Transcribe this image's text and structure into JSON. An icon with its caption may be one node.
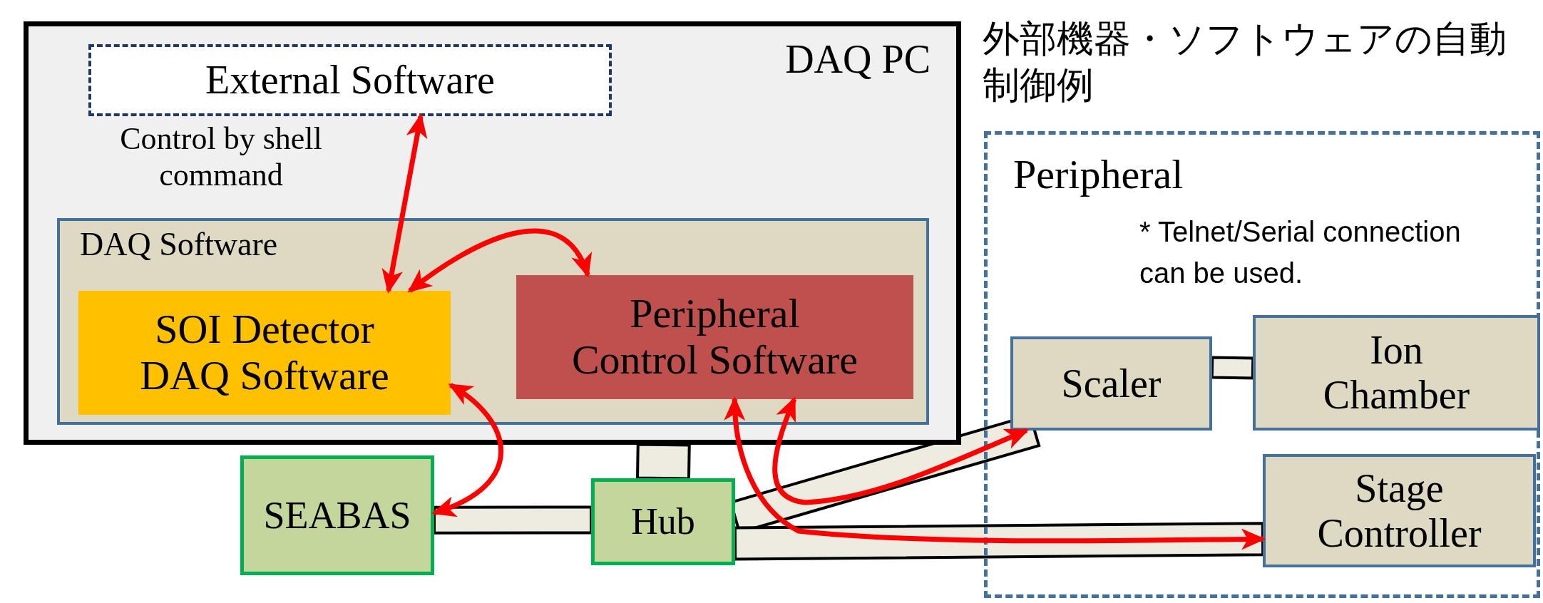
{
  "diagram": {
    "title": "外部機器・ソフトウェアの自動制御例",
    "nodes": [
      {
        "text": [
          "DAQ PC"
        ]
      },
      {
        "text": [
          "External Software"
        ],
        "in": 0
      },
      {
        "text": [
          "DAQ Software"
        ],
        "in": 0
      },
      {
        "text": [
          "SOI Detector DAQ Software"
        ],
        "in": 2
      },
      {
        "text": [
          "Peripheral Control Software"
        ],
        "in": 2
      },
      {
        "text": [
          "SEABAS"
        ]
      },
      {
        "text": [
          "Hub"
        ]
      },
      {
        "text": [
          "Peripheral"
        ]
      },
      {
        "text": [
          "Scaler"
        ],
        "in": 7
      },
      {
        "text": [
          "Ion Chamber"
        ],
        "in": 7
      },
      {
        "text": [
          "Stage Controller"
        ],
        "in": 7
      }
    ],
    "edges": [
      {
        "from": 3,
        "to": 1,
        "arrow": "both",
        "label": "Control by shell command",
        "color": "#ff0000"
      },
      {
        "from": 3,
        "to": 4,
        "arrow": "both",
        "color": "#ff0000"
      },
      {
        "from": 3,
        "to": 5,
        "arrow": "both",
        "color": "#ff0000"
      },
      {
        "from": 4,
        "to": 10,
        "arrow": "both",
        "color": "#ff0000"
      },
      {
        "from": 4,
        "to": 8,
        "arrow": "both",
        "color": "#ff0000"
      },
      {
        "from": 5,
        "to": 6,
        "arrow": "none"
      },
      {
        "from": 0,
        "to": 6,
        "arrow": "none"
      },
      {
        "from": 6,
        "to": 8,
        "arrow": "none"
      },
      {
        "from": 6,
        "to": 10,
        "arrow": "none"
      },
      {
        "from": 8,
        "to": 9,
        "arrow": "none"
      }
    ],
    "labels": [
      "* Telnet/Serial connection can be used."
    ]
  }
}
